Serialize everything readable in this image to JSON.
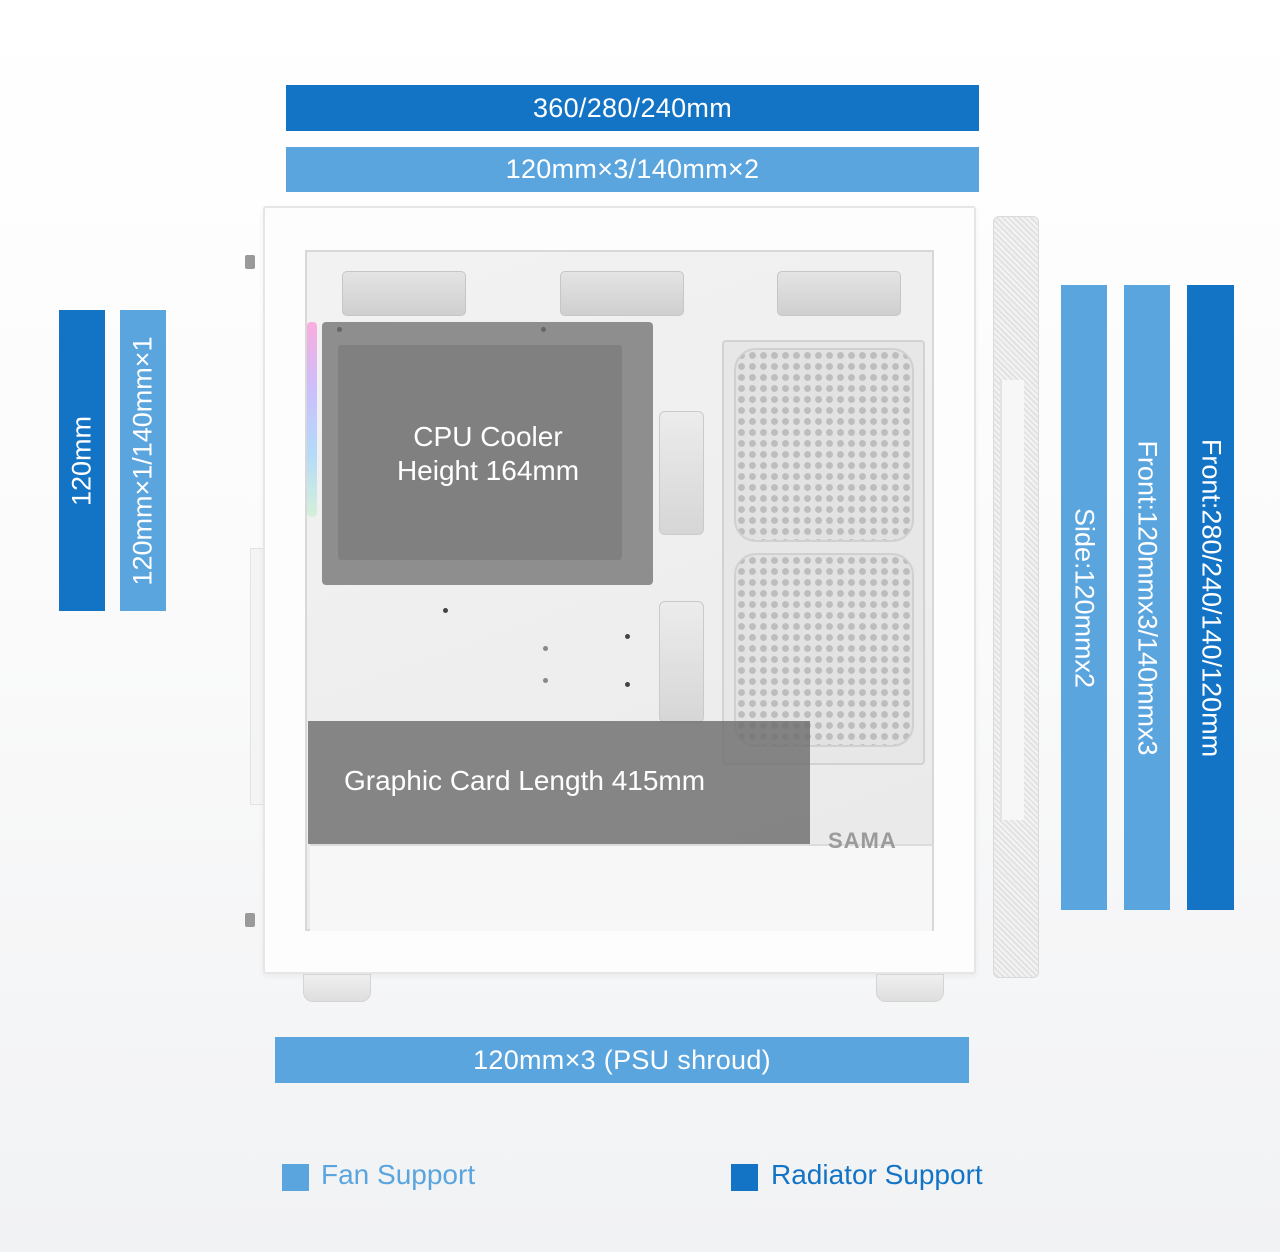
{
  "top_bars": {
    "radiator": "360/280/240mm",
    "fan": "120mm×3/140mm×2"
  },
  "left_bars": {
    "radiator": "120mm",
    "fan": "120mm×1/140mm×1"
  },
  "right_bars": {
    "side": "Side:120mmx2",
    "front_fan": "Front:120mmx3/140mmx3",
    "front_radiator": "Front:280/240/140/120mm"
  },
  "bottom_bar": "120mm×3 (PSU shroud)",
  "case": {
    "cpu_cooler_line1": "CPU Cooler",
    "cpu_cooler_line2": "Height 164mm",
    "gpu_length": "Graphic Card Length 415mm",
    "brand": "SAMA"
  },
  "legend": {
    "fan_support": "Fan Support",
    "radiator_support": "Radiator Support"
  },
  "colors": {
    "radiator_support": "#1374c6",
    "fan_support": "#5ba5df"
  }
}
